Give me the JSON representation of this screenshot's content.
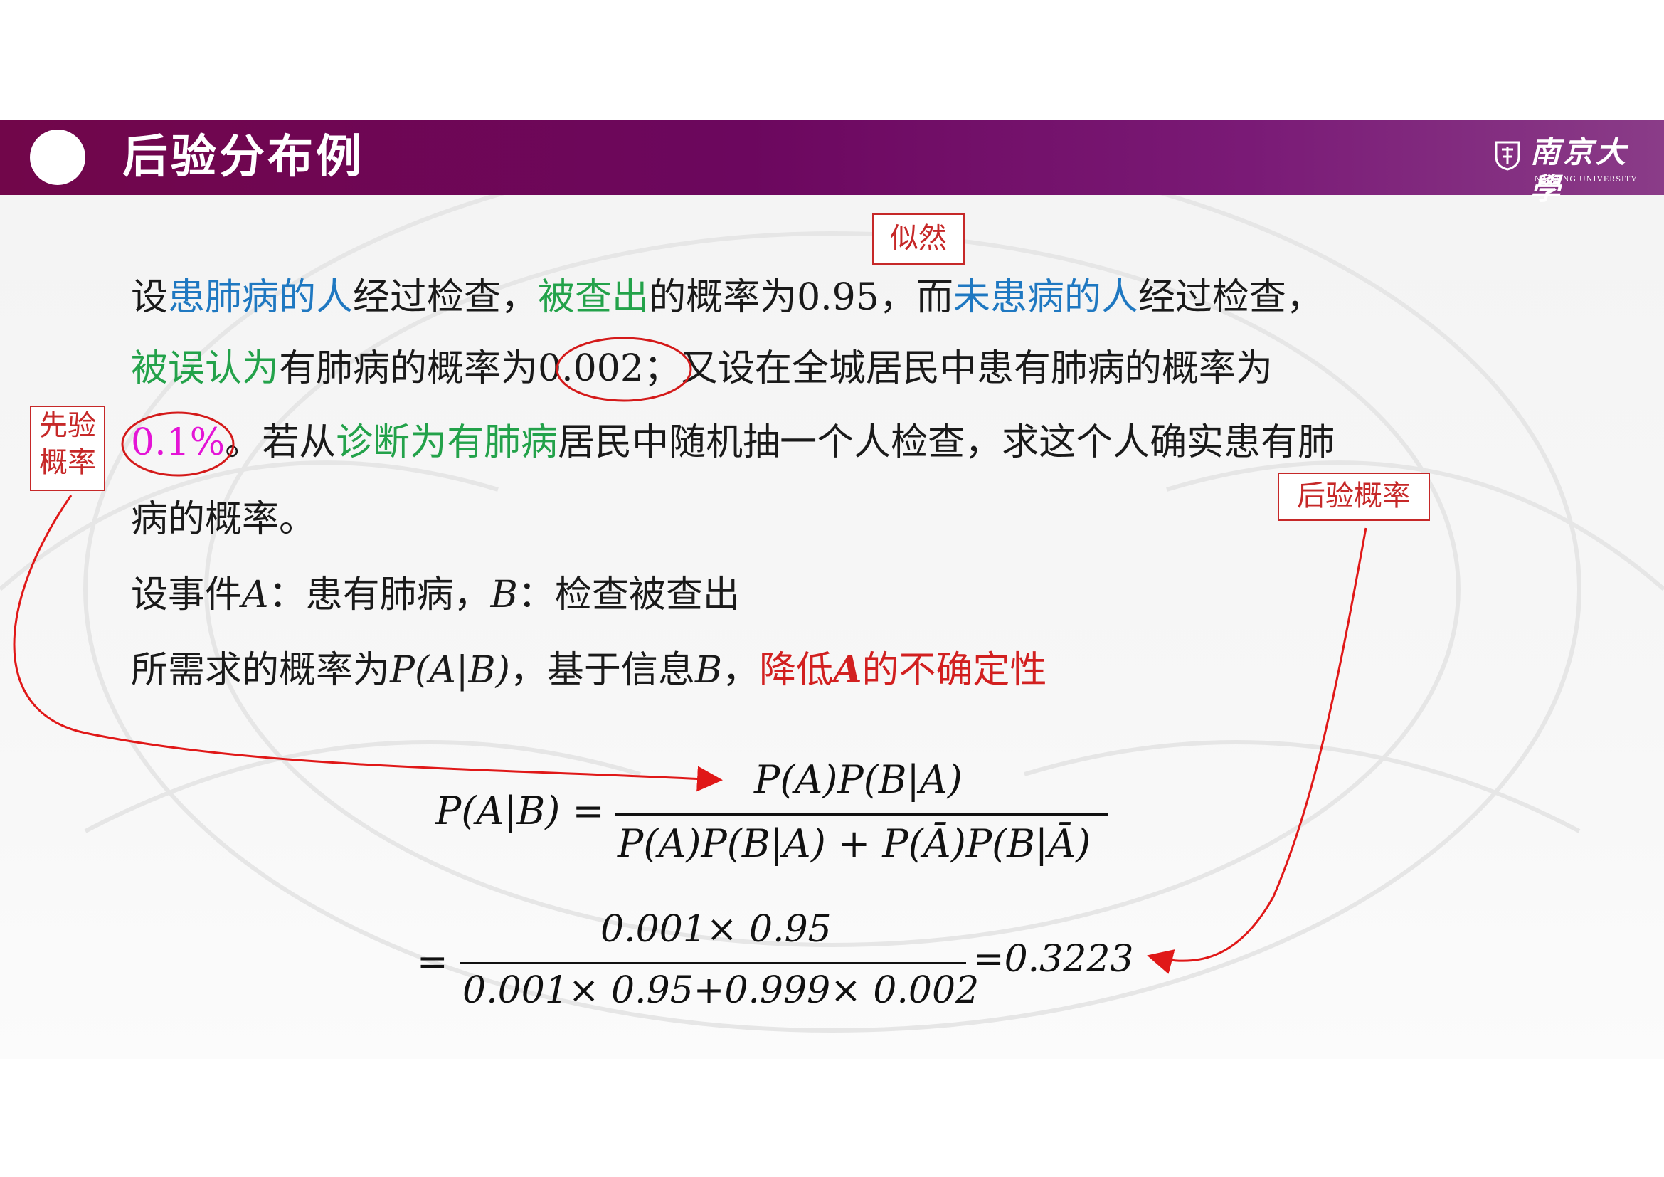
{
  "header": {
    "title": "后验分布例"
  },
  "logo": {
    "name_zh": "南京大學",
    "name_en": "NANJING UNIVERSITY"
  },
  "annotations": {
    "likelihood": "似然",
    "prior_line1": "先验",
    "prior_line2": "概率",
    "posterior": "后验概率"
  },
  "problem": {
    "l1_a": "设",
    "l1_b": "患肺病的人",
    "l1_c": "经过检查，",
    "l1_d": "被查出",
    "l1_e": "的概率为0.95，而",
    "l1_f": "未患病的人",
    "l1_g": "经过检查，",
    "l2_a": "被误认为",
    "l2_b": "有肺病的概率为",
    "l2_c": "0.002",
    "l2_d": "；又设在全城居民中患有肺病的概率为",
    "l3_a": "0.1%",
    "l3_b": "。若从",
    "l3_c": "诊断为有肺病",
    "l3_d": "居民中随机抽一个人检查，求这个人确实患有肺",
    "l4": "病的概率。"
  },
  "events": {
    "l5_a": "设事件",
    "l5_b": "A",
    "l5_c": "：患有肺病，",
    "l5_d": "B",
    "l5_e": "：检查被查出",
    "l6_a": "所需求的概率为",
    "l6_b": "P(A|B)",
    "l6_c": "，基于信息",
    "l6_d": "B",
    "l6_e": "，",
    "l6_f": "降低",
    "l6_g": "A",
    "l6_h": "的不确定性"
  },
  "formula": {
    "lhs": "P(A|B) =",
    "numerator": "P(A)P(B|A)",
    "denominator": "P(A)P(B|A) + P(Ā)P(B|Ā)",
    "eq": "=",
    "num2": "0.001× 0.95",
    "den2": "0.001× 0.95+0.999× 0.002",
    "result": "=0.3223"
  },
  "colors": {
    "title_bar": "#6c075e",
    "blue": "#1f78c1",
    "green": "#23a24a",
    "magenta": "#e414d6",
    "red": "#d22020"
  }
}
